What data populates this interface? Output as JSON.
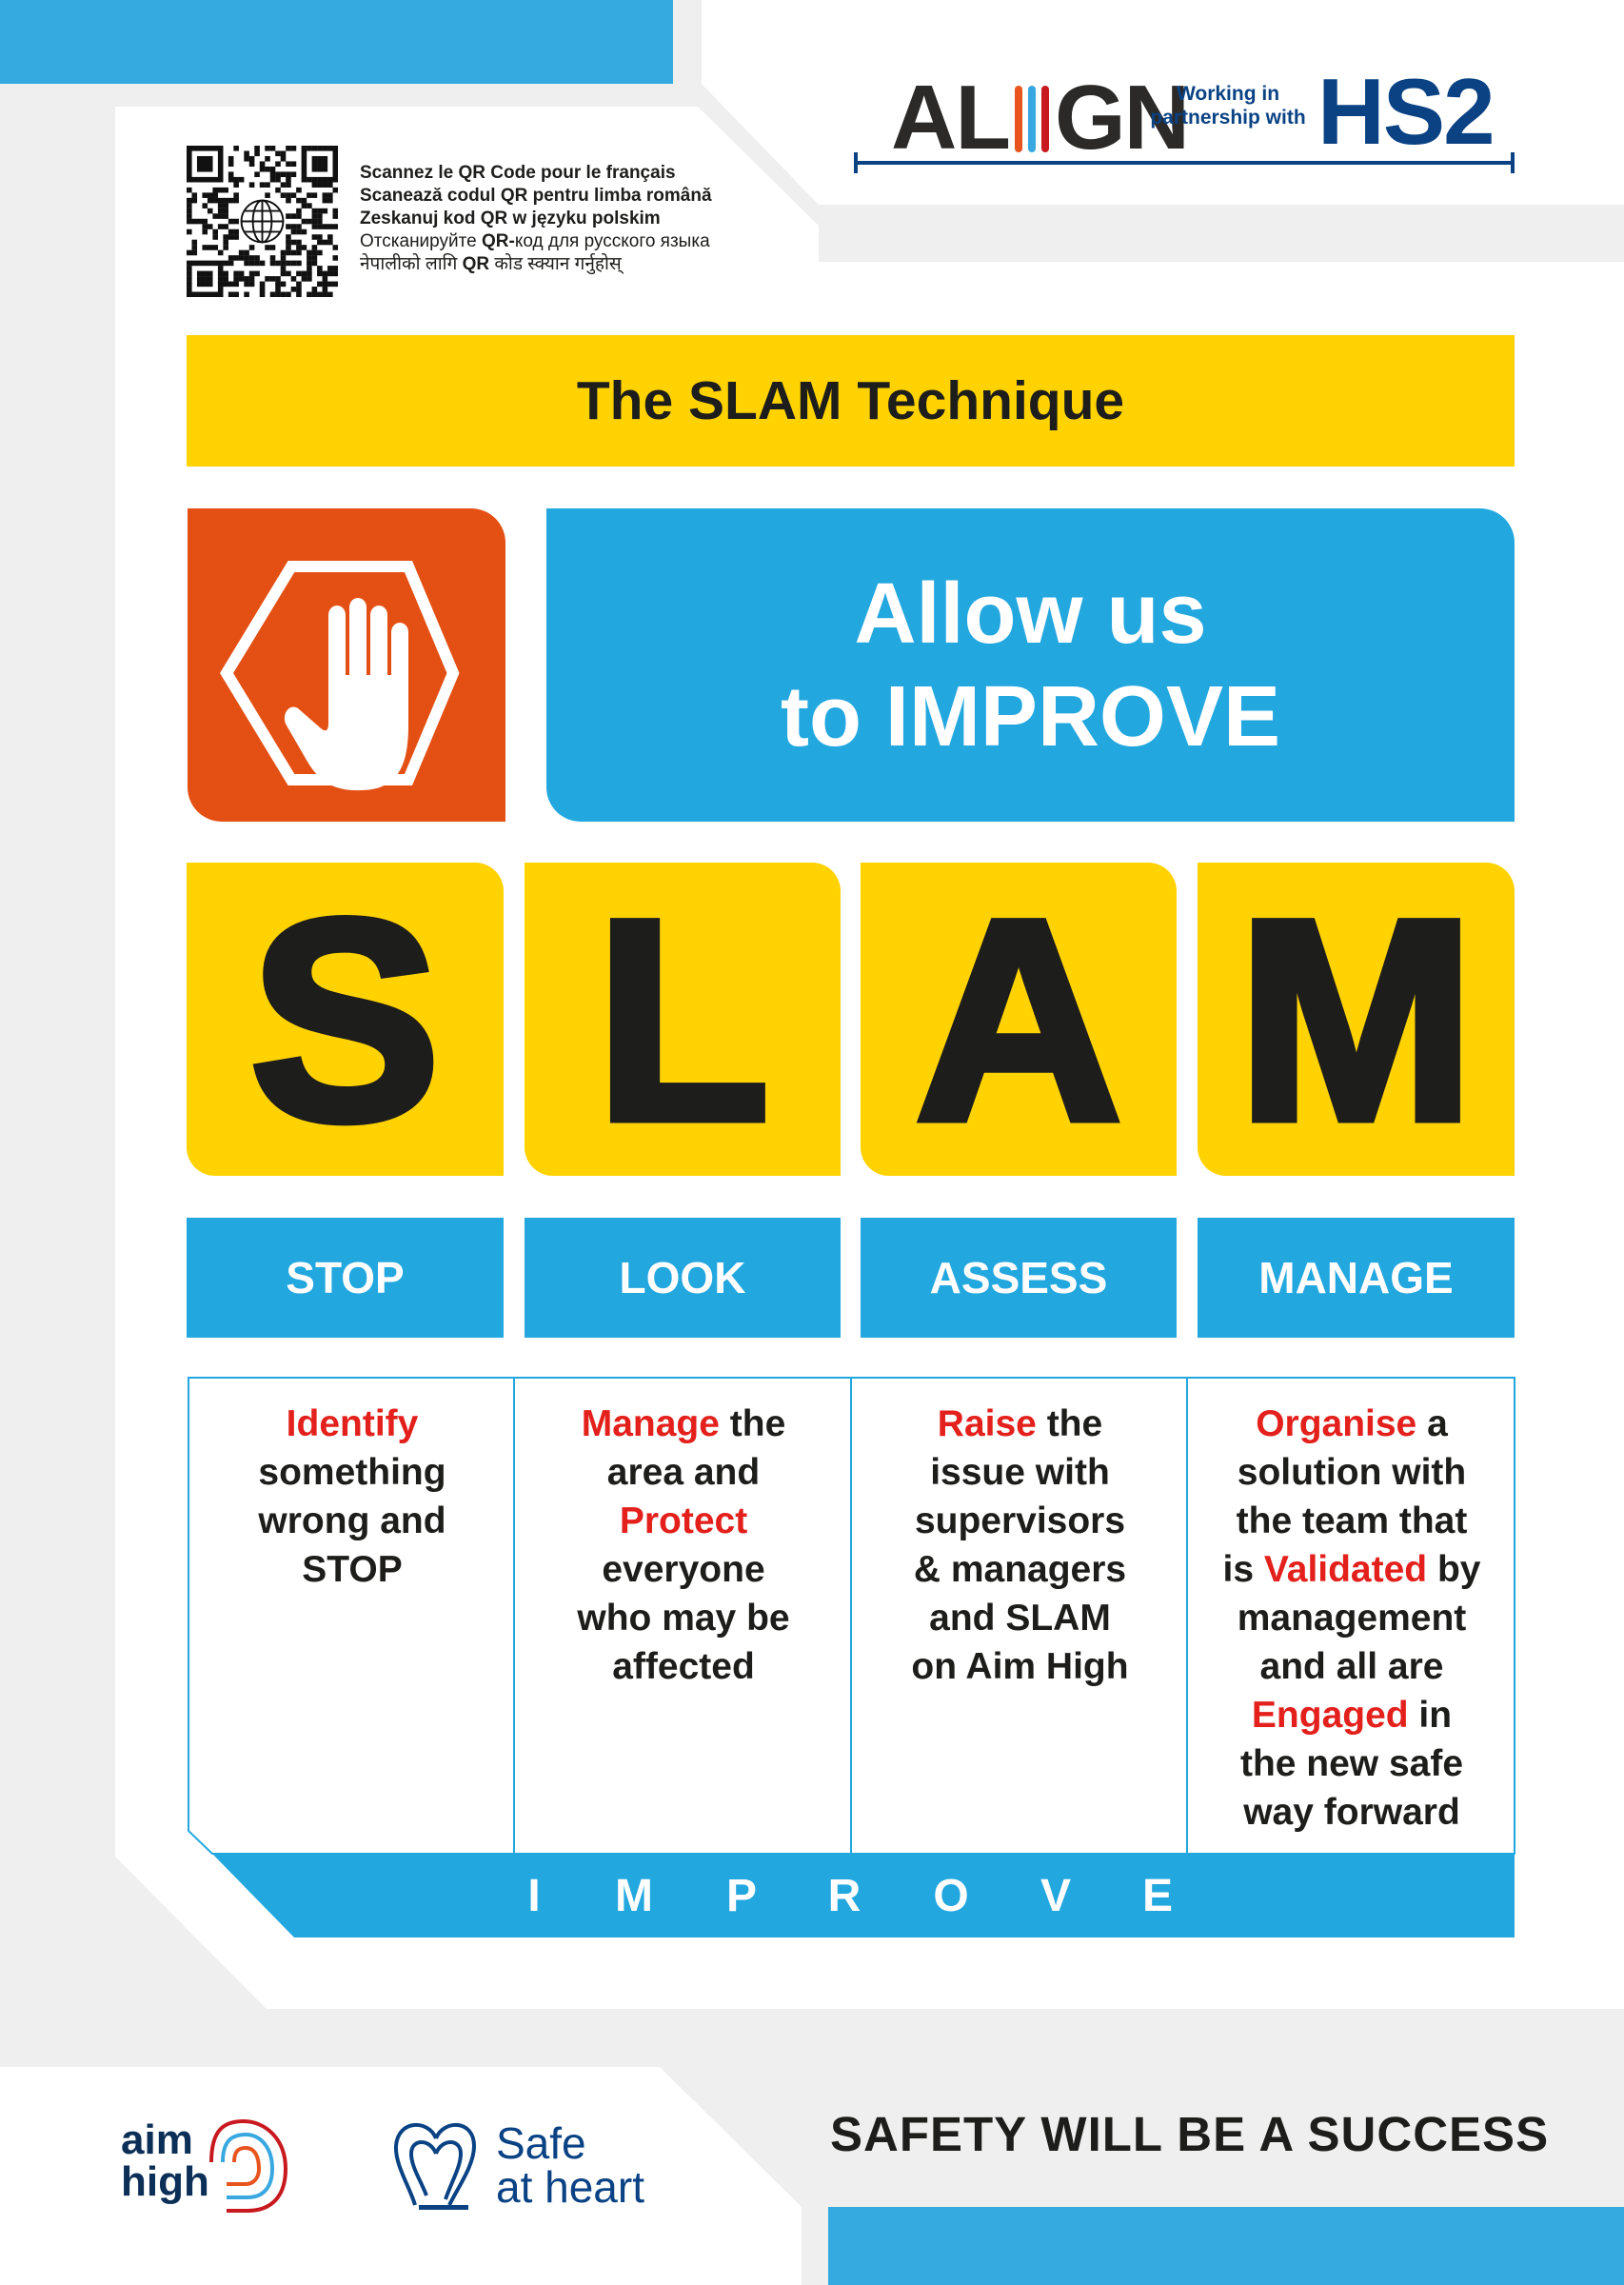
{
  "header": {
    "qr_lines": [
      "Scannez le QR Code pour le français",
      "Scanează codul QR pentru limba română",
      "Zeskanuj kod QR w języku polskim"
    ],
    "qr_line_ru": {
      "pre": "Отсканируйте ",
      "bold": "QR-",
      "post": "код для русского языка"
    },
    "qr_line_ne": {
      "pre": "नेपालीको लागि ",
      "bold": "QR",
      "post": " कोड स्क्यान गर्नुहोस्"
    },
    "logo_align_left": "AL",
    "logo_align_right": "GN",
    "partner_line1": "Working in",
    "partner_line2": "partnership with",
    "logo_hs2": "HS2"
  },
  "title": "The SLAM Technique",
  "banner": {
    "line1": "Allow us",
    "line2": "to IMPROVE",
    "icon": "stop-hand-icon"
  },
  "letters": [
    "S",
    "L",
    "A",
    "M"
  ],
  "labels": [
    "STOP",
    "LOOK",
    "ASSESS",
    "MANAGE"
  ],
  "descriptions": [
    [
      [
        {
          "t": "Identify",
          "hl": true
        }
      ],
      [
        {
          "t": "something"
        }
      ],
      [
        {
          "t": "wrong and"
        }
      ],
      [
        {
          "t": "STOP"
        }
      ]
    ],
    [
      [
        {
          "t": "Manage",
          "hl": true
        },
        {
          "t": " the"
        }
      ],
      [
        {
          "t": "area and"
        }
      ],
      [
        {
          "t": "Protect",
          "hl": true
        }
      ],
      [
        {
          "t": "everyone"
        }
      ],
      [
        {
          "t": "who may be"
        }
      ],
      [
        {
          "t": "affected"
        }
      ]
    ],
    [
      [
        {
          "t": "Raise",
          "hl": true
        },
        {
          "t": " the"
        }
      ],
      [
        {
          "t": "issue with"
        }
      ],
      [
        {
          "t": "supervisors"
        }
      ],
      [
        {
          "t": "& managers"
        }
      ],
      [
        {
          "t": "and SLAM"
        }
      ],
      [
        {
          "t": "on Aim High"
        }
      ]
    ],
    [
      [
        {
          "t": "Organise",
          "hl": true
        },
        {
          "t": " a"
        }
      ],
      [
        {
          "t": "solution with"
        }
      ],
      [
        {
          "t": "the team that"
        }
      ],
      [
        {
          "t": "is "
        },
        {
          "t": "Validated",
          "hl": true
        },
        {
          "t": " by"
        }
      ],
      [
        {
          "t": "management"
        }
      ],
      [
        {
          "t": "and all are"
        }
      ],
      [
        {
          "t": "Engaged",
          "hl": true
        },
        {
          "t": " in"
        }
      ],
      [
        {
          "t": "the new safe"
        }
      ],
      [
        {
          "t": "way forward"
        }
      ]
    ]
  ],
  "improve_letters": [
    "I",
    "M",
    "P",
    "R",
    "O",
    "V",
    "E"
  ],
  "footer": {
    "aim_line1": "aim",
    "aim_line2": "high",
    "safe_line1": "Safe",
    "safe_line2": "at heart",
    "slogan": "SAFETY WILL BE A SUCCESS"
  },
  "colors": {
    "blue": "#23a7df",
    "yellow": "#ffd200",
    "orange": "#e45014",
    "red": "#e3201b",
    "navy": "#0a4284",
    "gray": "#efefef"
  }
}
